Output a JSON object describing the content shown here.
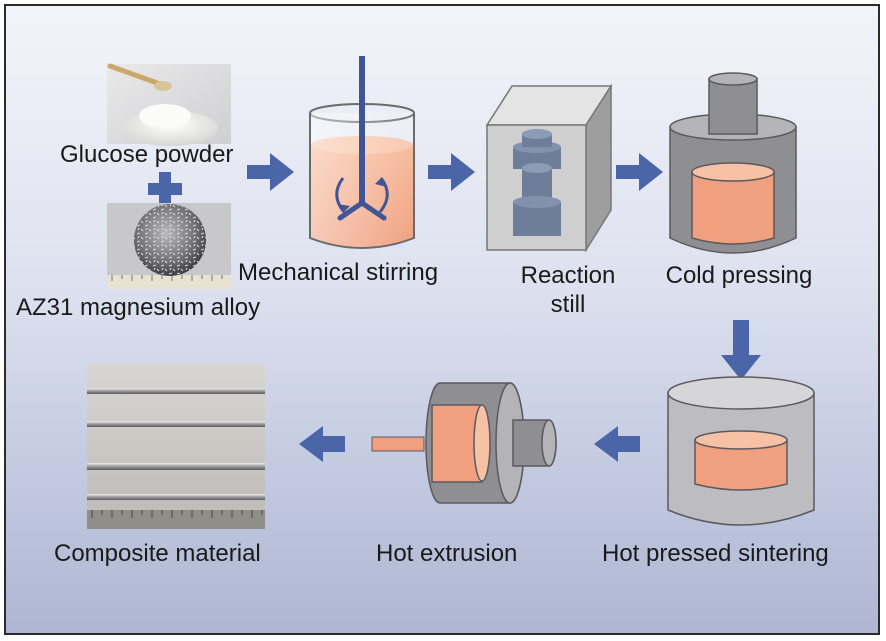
{
  "labels": {
    "glucose": "Glucose powder",
    "az31": "AZ31 magnesium alloy",
    "stirring": "Mechanical stirring",
    "reaction_1": "Reaction",
    "reaction_2": "still",
    "cold": "Cold pressing",
    "sintering": "Hot pressed sintering",
    "extrusion": "Hot extrusion",
    "composite": "Composite material"
  },
  "colors": {
    "flow_arrow": "#4a66a8",
    "plus_sign": "#4a66a8",
    "material_fill": "#f0a07e",
    "equipment_gray": "#8f8f93",
    "steel_block": "#6e7d99"
  },
  "icons": [
    "glucose-powder-photo",
    "az31-alloy-photo",
    "stirring-beaker-icon",
    "reaction-still-icon",
    "cold-press-icon",
    "hot-press-sintering-icon",
    "hot-extrusion-icon",
    "composite-rods-photo"
  ]
}
